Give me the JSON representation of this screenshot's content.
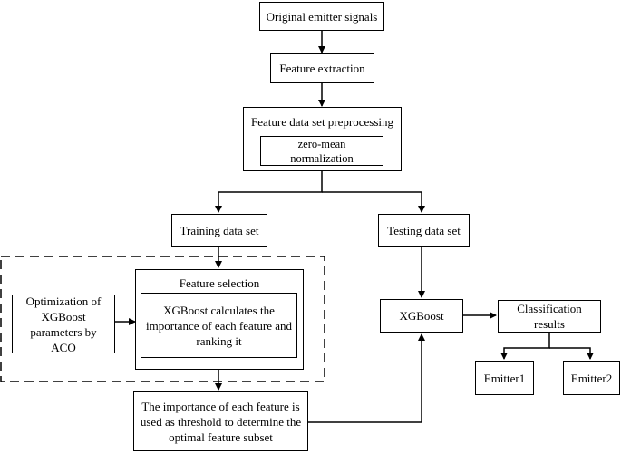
{
  "nodes": {
    "original_signals": "Original emitter signals",
    "feature_extraction": "Feature extraction",
    "preprocessing": "Feature data set preprocessing",
    "normalization": "zero-mean normalization",
    "training_set": "Training data set",
    "testing_set": "Testing data set",
    "aco_optimization": "Optimization of XGBoost parameters by ACO",
    "feature_selection": "Feature selection",
    "xgb_importance": "XGBoost calculates the importance of each feature and ranking it",
    "threshold": "The importance of each feature is used as threshold to determine the optimal feature subset",
    "xgboost": "XGBoost",
    "classification": "Classification results",
    "emitter1": "Emitter1",
    "emitter2": "Emitter2"
  }
}
